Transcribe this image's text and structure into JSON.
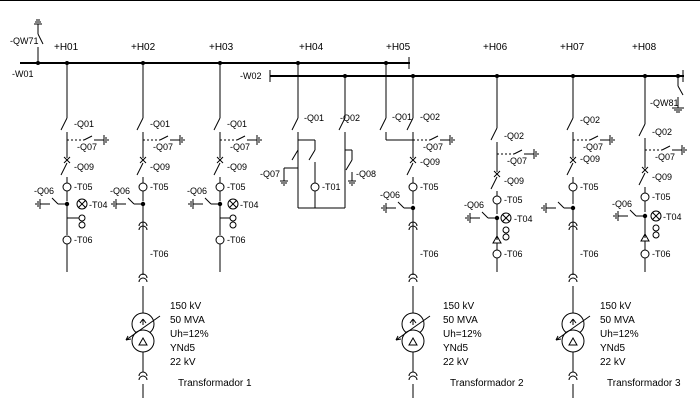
{
  "bays": {
    "h01": "+H01",
    "h02": "+H02",
    "h03": "+H03",
    "h04": "+H04",
    "h05": "+H05",
    "h06": "+H06",
    "h07": "+H07",
    "h08": "+H08"
  },
  "buses": {
    "w01": "-W01",
    "w02": "-W02"
  },
  "bus_equipment": {
    "qw71": "-QW71",
    "qw81": "-QW81"
  },
  "labels": {
    "q01": "-Q01",
    "q02": "-Q02",
    "q07": "-Q07",
    "q08": "-Q08",
    "q09": "-Q09",
    "q06": "-Q06",
    "t01": "-T01",
    "t04": "-T04",
    "t05": "-T05",
    "t06": "-T06"
  },
  "transformers": [
    {
      "voltage": "150 kV",
      "power": "50 MVA",
      "uh": "Uh=12%",
      "vector_group": "YNd5",
      "lv_voltage": "22 kV",
      "name": "Transformador 1"
    },
    {
      "voltage": "150 kV",
      "power": "50 MVA",
      "uh": "Uh=12%",
      "vector_group": "YNd5",
      "lv_voltage": "22 kV",
      "name": "Transformador 2"
    },
    {
      "voltage": "150 kV",
      "power": "50 MVA",
      "uh": "Uh=12%",
      "vector_group": "YNd5",
      "lv_voltage": "22 kV",
      "name": "Transformador 3"
    }
  ]
}
